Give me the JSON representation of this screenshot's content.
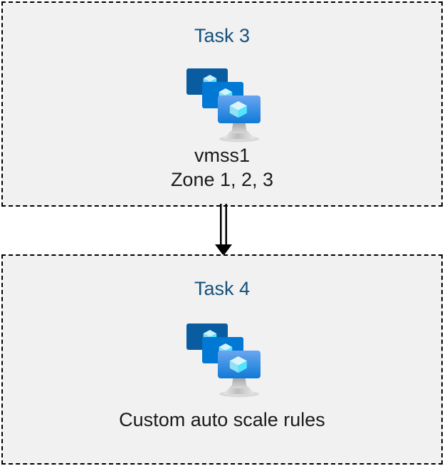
{
  "diagram": {
    "type": "flow",
    "background_color": "#ffffff",
    "orientation": "vertical",
    "groups": [
      {
        "id": "task3",
        "title": "Task 3",
        "title_color": "#14517d",
        "fill_color": "#f1f1f1",
        "border_style": "dashed",
        "border_color": "#000000",
        "icon": "vmss-scale-set-icon",
        "caption_lines": [
          "vmss1",
          "Zone 1, 2, 3"
        ]
      },
      {
        "id": "task4",
        "title": "Task 4",
        "title_color": "#14517d",
        "fill_color": "#f1f1f1",
        "border_style": "dashed",
        "border_color": "#000000",
        "icon": "vmss-scale-set-icon",
        "caption_lines": [
          "Custom auto scale rules"
        ]
      }
    ],
    "connector": {
      "name": "double-line-arrow",
      "from": "task3",
      "to": "task4",
      "direction": "down",
      "color": "#000000"
    },
    "icon_palette": {
      "monitor_back": "#0a5ca0",
      "monitor_mid": "#0078d4",
      "monitor_front_top": "#5ea0ef",
      "monitor_front_bottom": "#0f7ad6",
      "cube_light": "#c3f1fb",
      "cube_cyan": "#50e6ff",
      "cube_shade": "#9cdff0",
      "stand_gray": "#b3b3b3"
    }
  }
}
